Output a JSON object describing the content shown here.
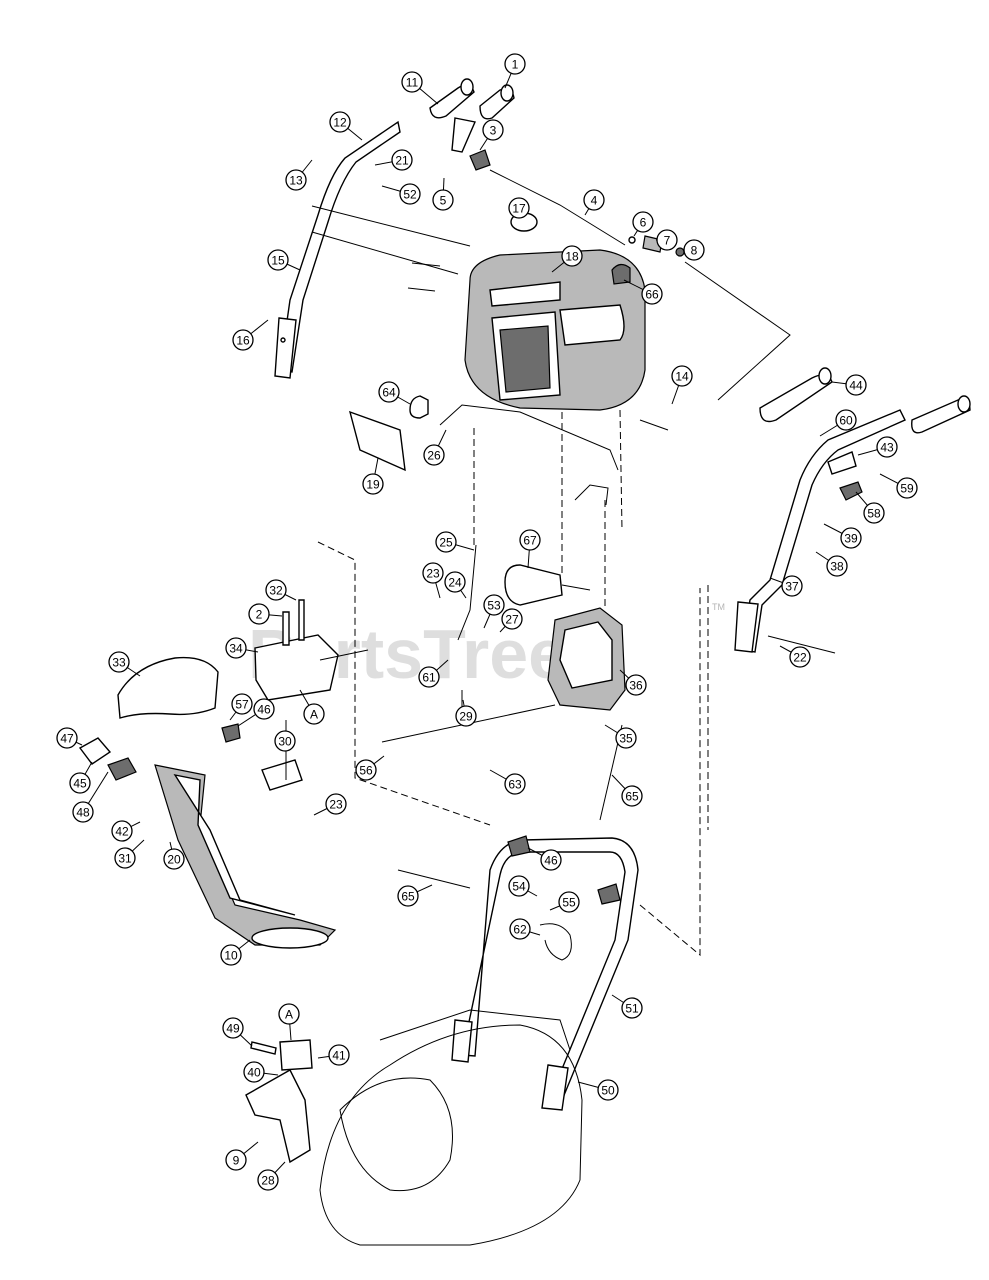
{
  "watermark": {
    "text": "PartsTree",
    "trademark": "TM"
  },
  "callouts": [
    {
      "id": "1",
      "label": "1"
    },
    {
      "id": "11",
      "label": "11"
    },
    {
      "id": "12",
      "label": "12"
    },
    {
      "id": "3",
      "label": "3"
    },
    {
      "id": "13",
      "label": "13"
    },
    {
      "id": "21",
      "label": "21"
    },
    {
      "id": "52",
      "label": "52"
    },
    {
      "id": "5",
      "label": "5"
    },
    {
      "id": "4",
      "label": "4"
    },
    {
      "id": "17",
      "label": "17"
    },
    {
      "id": "6",
      "label": "6"
    },
    {
      "id": "7",
      "label": "7"
    },
    {
      "id": "8",
      "label": "8"
    },
    {
      "id": "15",
      "label": "15"
    },
    {
      "id": "18",
      "label": "18"
    },
    {
      "id": "66",
      "label": "66"
    },
    {
      "id": "16",
      "label": "16"
    },
    {
      "id": "64",
      "label": "64"
    },
    {
      "id": "14",
      "label": "14"
    },
    {
      "id": "44",
      "label": "44"
    },
    {
      "id": "26",
      "label": "26"
    },
    {
      "id": "19",
      "label": "19"
    },
    {
      "id": "60",
      "label": "60"
    },
    {
      "id": "43",
      "label": "43"
    },
    {
      "id": "59",
      "label": "59"
    },
    {
      "id": "58",
      "label": "58"
    },
    {
      "id": "39",
      "label": "39"
    },
    {
      "id": "38",
      "label": "38"
    },
    {
      "id": "25",
      "label": "25"
    },
    {
      "id": "67",
      "label": "67"
    },
    {
      "id": "23a",
      "label": "23"
    },
    {
      "id": "24",
      "label": "24"
    },
    {
      "id": "37",
      "label": "37"
    },
    {
      "id": "32",
      "label": "32"
    },
    {
      "id": "2",
      "label": "2"
    },
    {
      "id": "53",
      "label": "53"
    },
    {
      "id": "27",
      "label": "27"
    },
    {
      "id": "22",
      "label": "22"
    },
    {
      "id": "33",
      "label": "33"
    },
    {
      "id": "34",
      "label": "34"
    },
    {
      "id": "61",
      "label": "61"
    },
    {
      "id": "36",
      "label": "36"
    },
    {
      "id": "57",
      "label": "57"
    },
    {
      "id": "46a",
      "label": "46"
    },
    {
      "id": "A1",
      "label": "A"
    },
    {
      "id": "29",
      "label": "29"
    },
    {
      "id": "47",
      "label": "47"
    },
    {
      "id": "30",
      "label": "30"
    },
    {
      "id": "35",
      "label": "35"
    },
    {
      "id": "45",
      "label": "45"
    },
    {
      "id": "56",
      "label": "56"
    },
    {
      "id": "63",
      "label": "63"
    },
    {
      "id": "65a",
      "label": "65"
    },
    {
      "id": "48",
      "label": "48"
    },
    {
      "id": "23b",
      "label": "23"
    },
    {
      "id": "42",
      "label": "42"
    },
    {
      "id": "31",
      "label": "31"
    },
    {
      "id": "20",
      "label": "20"
    },
    {
      "id": "46b",
      "label": "46"
    },
    {
      "id": "54",
      "label": "54"
    },
    {
      "id": "55",
      "label": "55"
    },
    {
      "id": "65b",
      "label": "65"
    },
    {
      "id": "62",
      "label": "62"
    },
    {
      "id": "10",
      "label": "10"
    },
    {
      "id": "51",
      "label": "51"
    },
    {
      "id": "A2",
      "label": "A"
    },
    {
      "id": "49",
      "label": "49"
    },
    {
      "id": "41",
      "label": "41"
    },
    {
      "id": "40",
      "label": "40"
    },
    {
      "id": "50",
      "label": "50"
    },
    {
      "id": "9",
      "label": "9"
    },
    {
      "id": "28",
      "label": "28"
    }
  ]
}
